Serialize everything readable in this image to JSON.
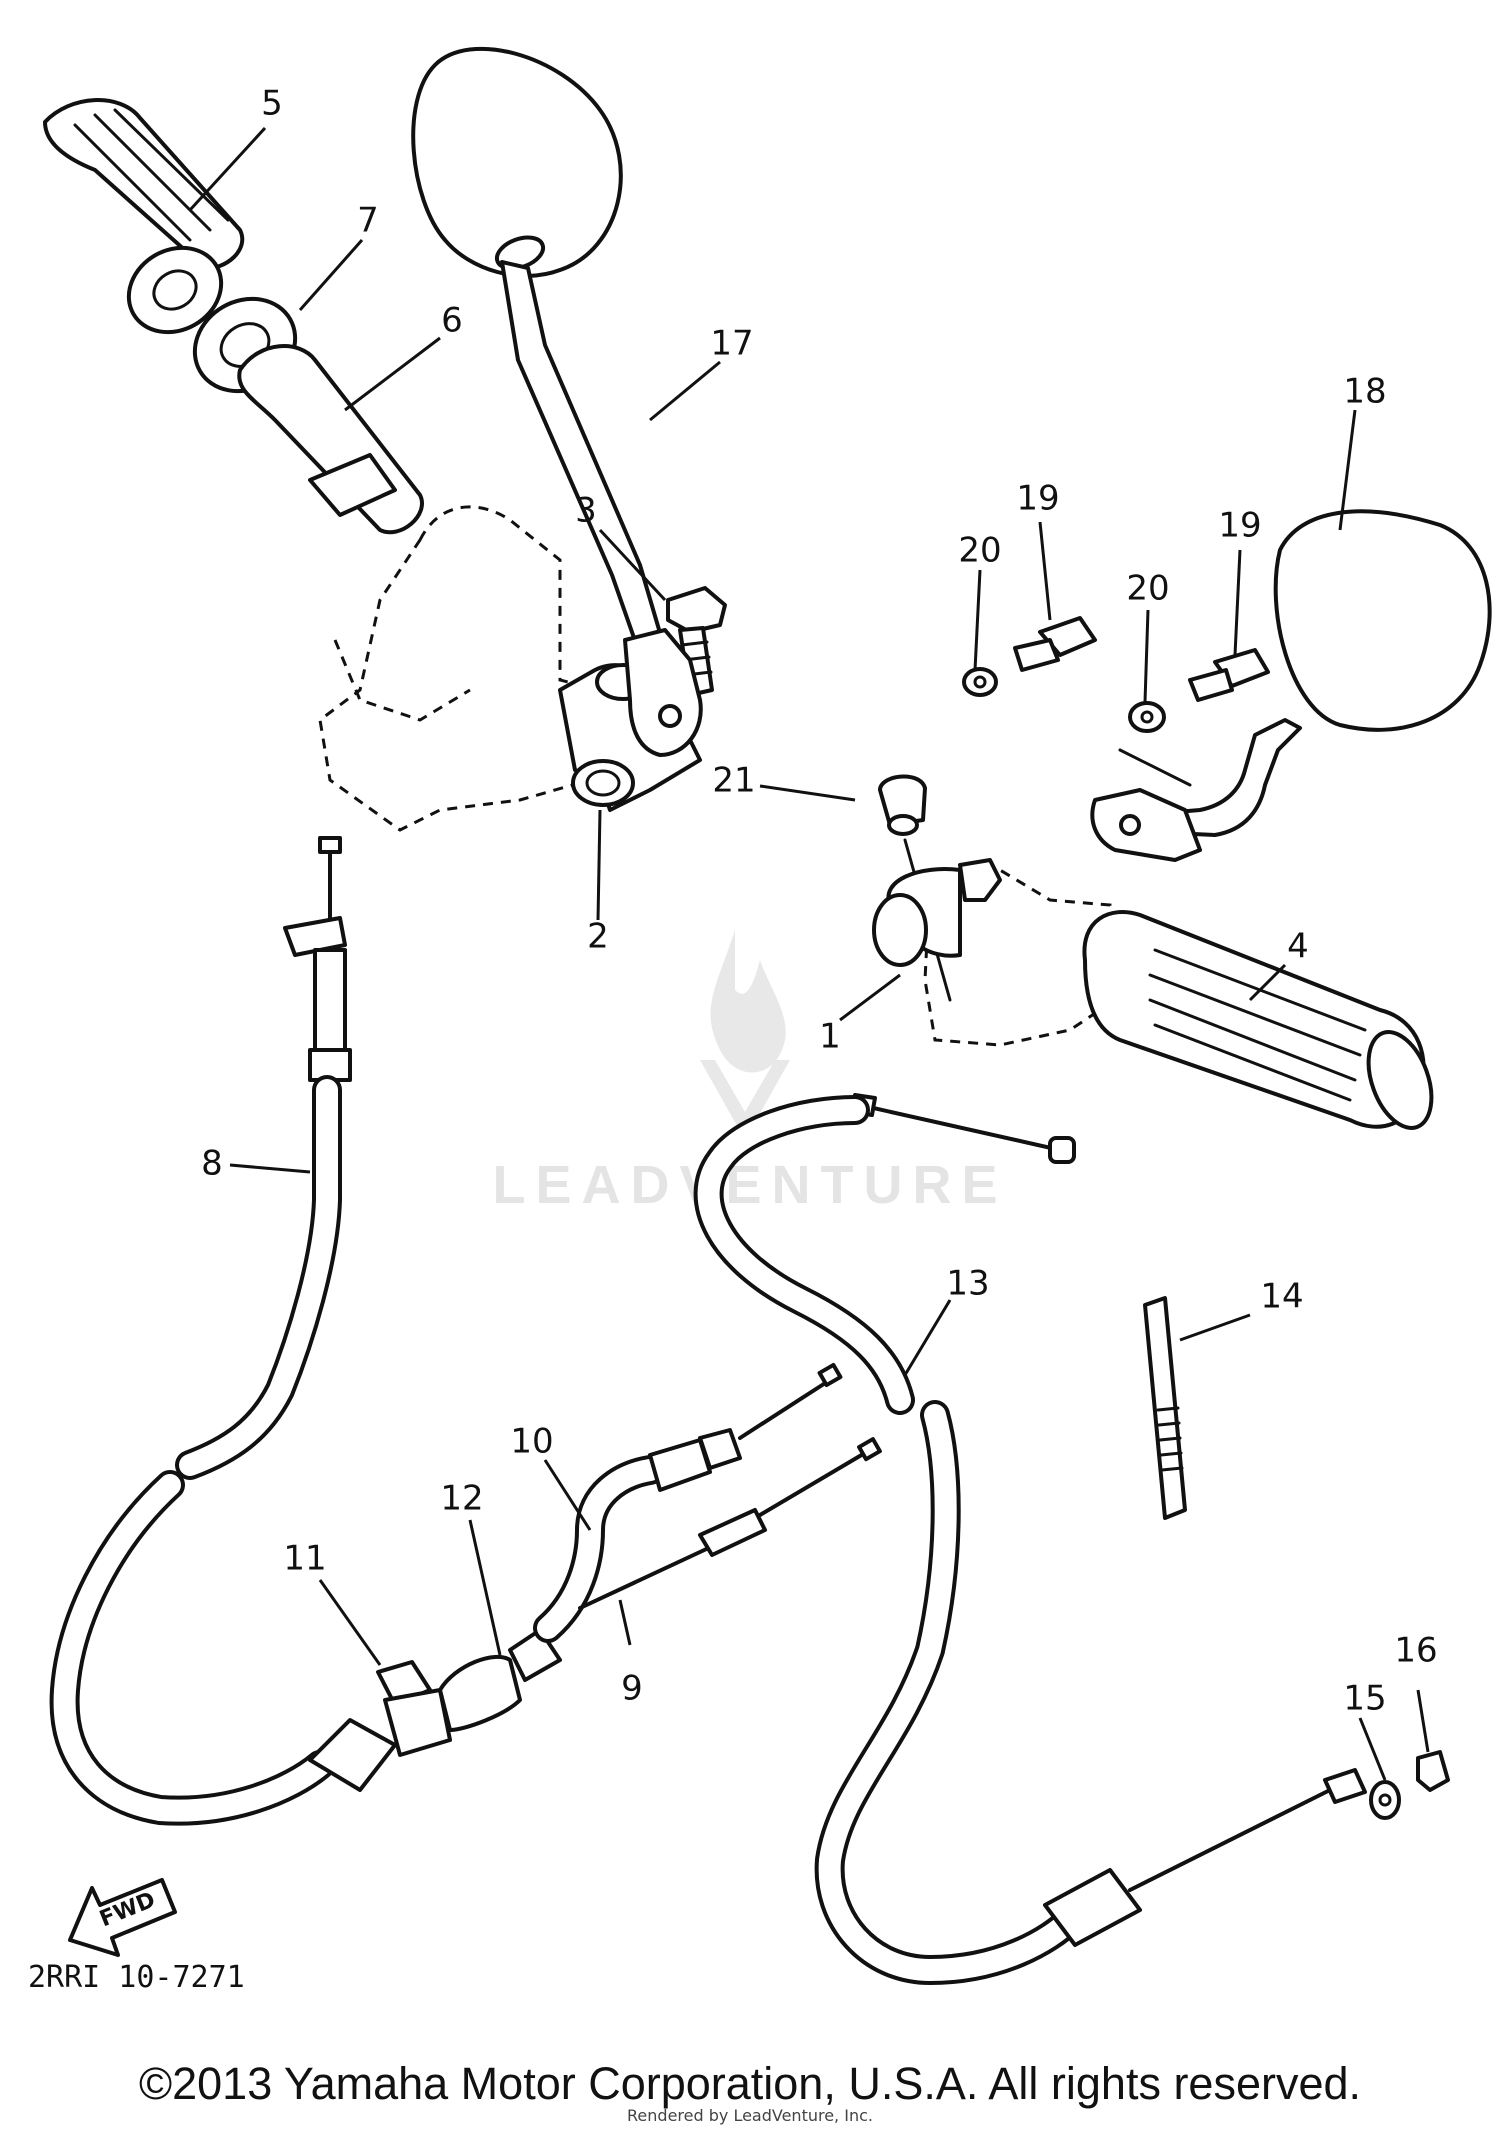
{
  "diagram": {
    "callouts": [
      {
        "id": "1",
        "label": "1"
      },
      {
        "id": "2",
        "label": "2"
      },
      {
        "id": "3",
        "label": "3"
      },
      {
        "id": "4",
        "label": "4"
      },
      {
        "id": "5",
        "label": "5"
      },
      {
        "id": "6",
        "label": "6"
      },
      {
        "id": "7",
        "label": "7"
      },
      {
        "id": "8",
        "label": "8"
      },
      {
        "id": "9",
        "label": "9"
      },
      {
        "id": "10",
        "label": "10"
      },
      {
        "id": "11",
        "label": "11"
      },
      {
        "id": "12",
        "label": "12"
      },
      {
        "id": "13",
        "label": "13"
      },
      {
        "id": "14",
        "label": "14"
      },
      {
        "id": "15",
        "label": "15"
      },
      {
        "id": "16",
        "label": "16"
      },
      {
        "id": "17",
        "label": "17"
      },
      {
        "id": "18",
        "label": "18"
      },
      {
        "id": "19a",
        "label": "19"
      },
      {
        "id": "19b",
        "label": "19"
      },
      {
        "id": "20a",
        "label": "20"
      },
      {
        "id": "20b",
        "label": "20"
      },
      {
        "id": "21",
        "label": "21"
      }
    ],
    "direction_arrow": "FWD",
    "drawing_code": "2RRI 10-7271",
    "watermark": "LEADVENTURE"
  },
  "footer": {
    "copyright": "©2013 Yamaha Motor Corporation, U.S.A. All rights reserved.",
    "rendered_by": "Rendered by LeadVenture, Inc."
  }
}
